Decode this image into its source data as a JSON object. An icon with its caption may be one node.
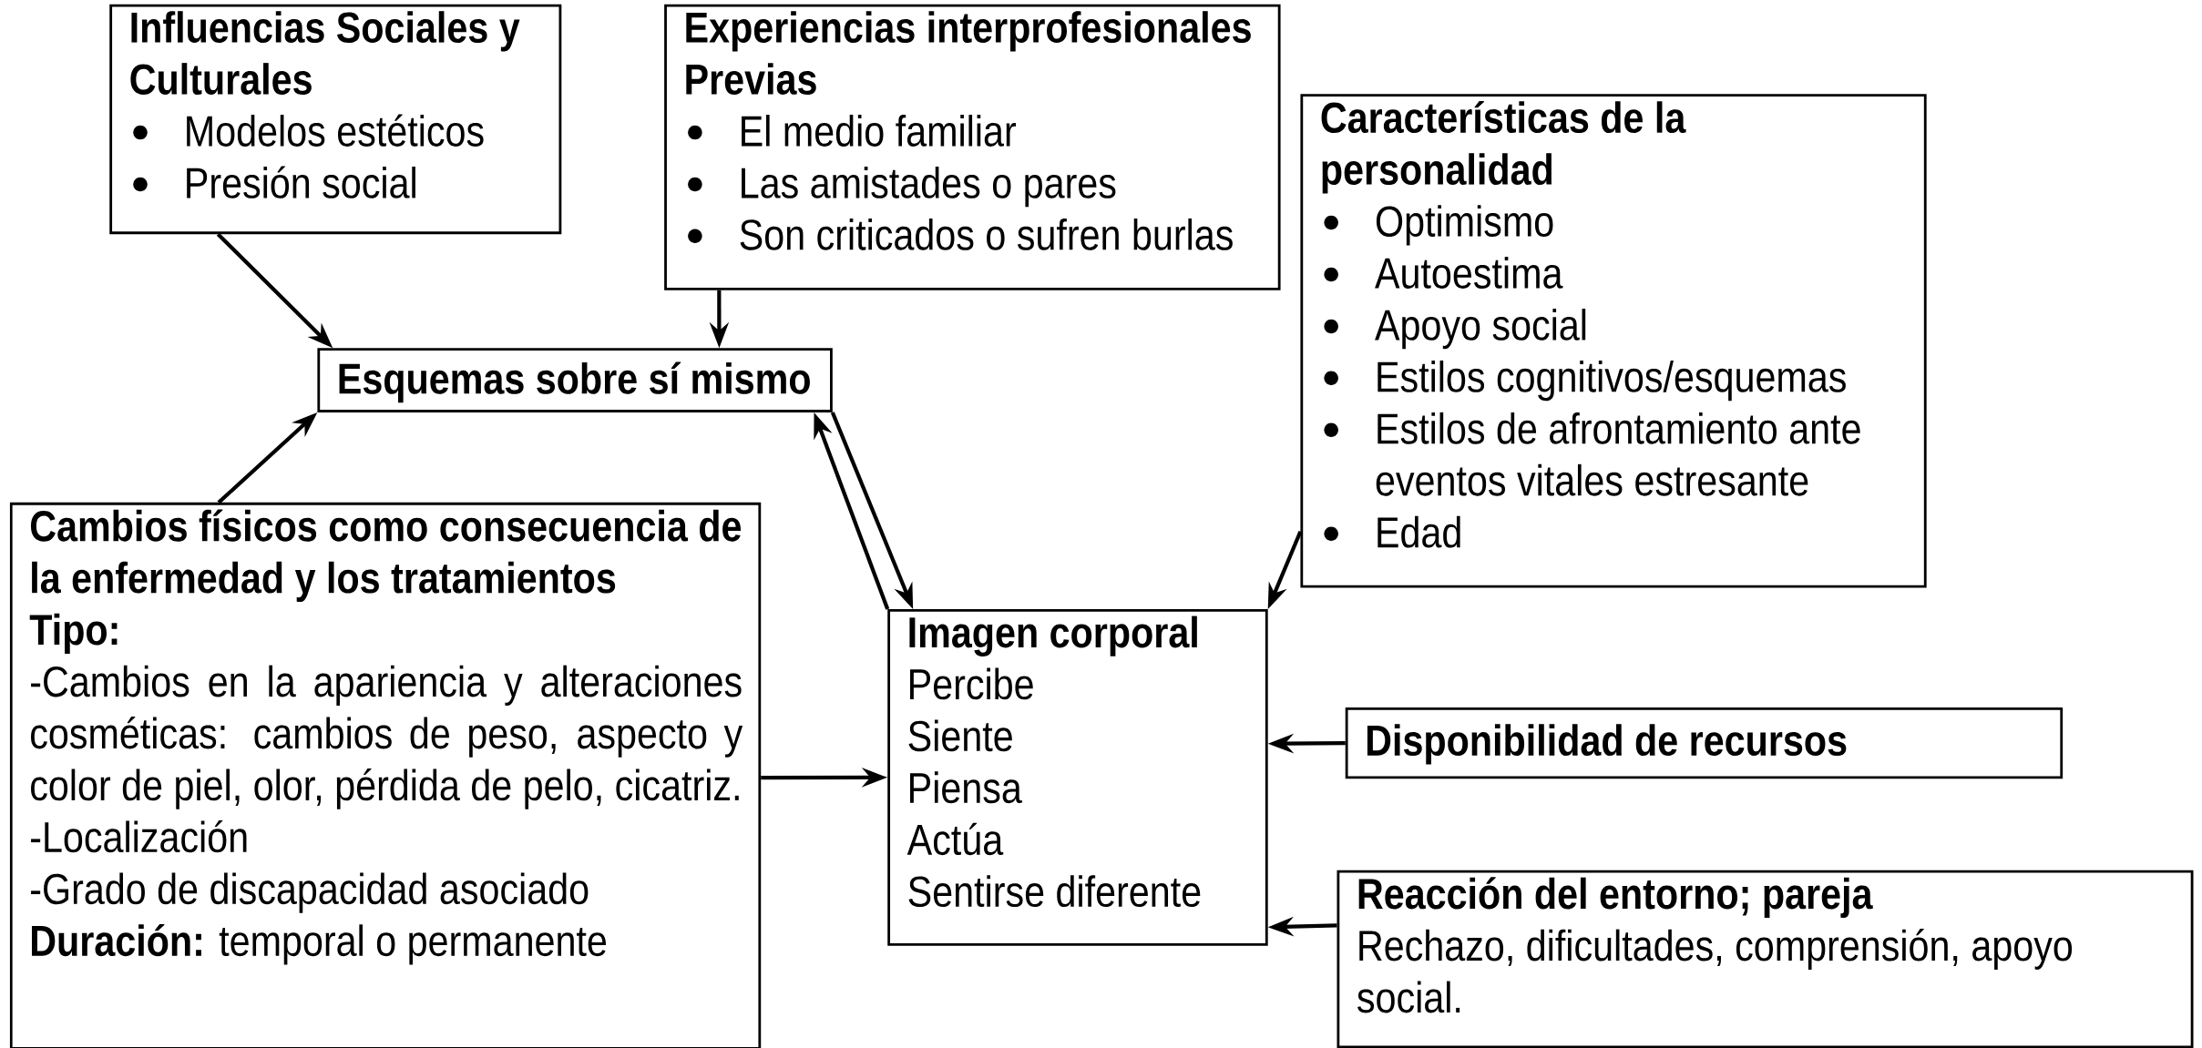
{
  "diagram": {
    "nodes": [
      {
        "text": [
          "Influencias Sociales y Culturales",
          "Modelos estéticos",
          "Presión social"
        ]
      },
      {
        "text": [
          "Experiencias interprofesionales Previas",
          "El medio familiar",
          "Las amistades o pares",
          "Son criticados o sufren burlas"
        ]
      },
      {
        "text": [
          "Características de la personalidad",
          "Optimismo",
          "Autoestima",
          "Apoyo social",
          "Estilos cognitivos/esquemas",
          "Estilos de afrontamiento ante eventos vitales estresante",
          "Edad"
        ]
      },
      {
        "text": [
          "Esquemas sobre sí mismo"
        ]
      },
      {
        "text": [
          "Cambios físicos como consecuencia de la enfermedad y los tratamientos",
          "Tipo:",
          "-Cambios en la apariencia y alteraciones cosméticas: cambios de peso, aspecto y color de piel, olor, pérdida de pelo, cicatriz.",
          "-Localización",
          "-Grado de discapacidad asociado",
          "**Duración:** temporal o permanente"
        ]
      },
      {
        "text": [
          "Imagen corporal",
          "Percibe",
          "Siente",
          "Piensa",
          "Actúa",
          "Sentirse diferente"
        ]
      },
      {
        "text": [
          "Disponibilidad de recursos"
        ]
      },
      {
        "text": [
          "Reacción del entorno; pareja",
          "Rechazo, dificultades, comprensión, apoyo social."
        ]
      }
    ],
    "edges": [
      {
        "from": 0,
        "to": 3,
        "arrow": "to"
      },
      {
        "from": 1,
        "to": 3,
        "arrow": "to"
      },
      {
        "from": 4,
        "to": 3,
        "arrow": "to"
      },
      {
        "from": 3,
        "to": 5,
        "arrow": "to"
      },
      {
        "from": 5,
        "to": 3,
        "arrow": "to"
      },
      {
        "from": 2,
        "to": 5,
        "arrow": "to"
      },
      {
        "from": 4,
        "to": 5,
        "arrow": "to"
      },
      {
        "from": 6,
        "to": 5,
        "arrow": "to"
      },
      {
        "from": 7,
        "to": 5,
        "arrow": "to"
      }
    ]
  }
}
